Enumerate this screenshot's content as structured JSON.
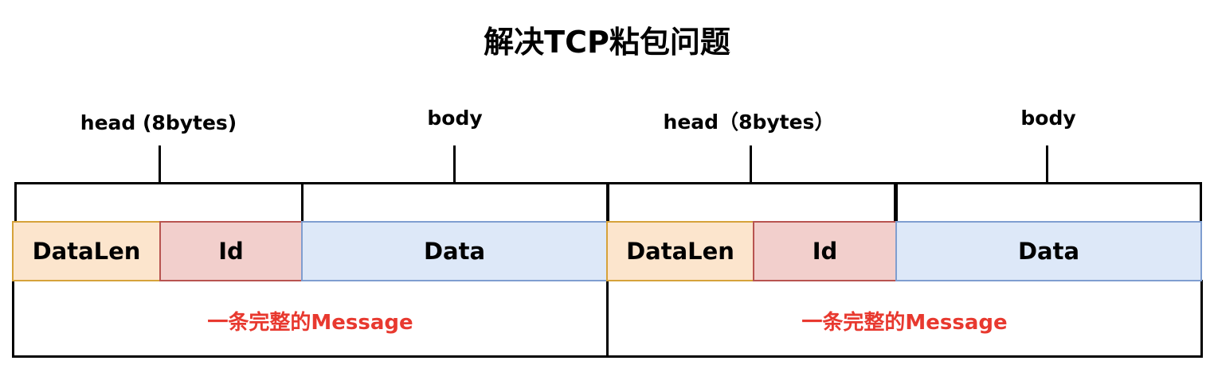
{
  "diagram": {
    "title": "解决TCP粘包问题",
    "groups": [
      {
        "head_label": "head (8bytes)",
        "body_label": "body",
        "fields": [
          "DataLen",
          "Id",
          "Data"
        ],
        "message_label": "一条完整的Message"
      },
      {
        "head_label": "head（8bytes）",
        "body_label": "body",
        "fields": [
          "DataLen",
          "Id",
          "Data"
        ],
        "message_label": "一条完整的Message"
      }
    ],
    "colors": {
      "datalen_fill": "#fce5cd",
      "datalen_border": "#d6a23a",
      "id_fill": "#f2cfcc",
      "id_border": "#b85450",
      "data_fill": "#dde8f8",
      "data_border": "#7f9ed0",
      "message_text": "#e8392f"
    }
  }
}
